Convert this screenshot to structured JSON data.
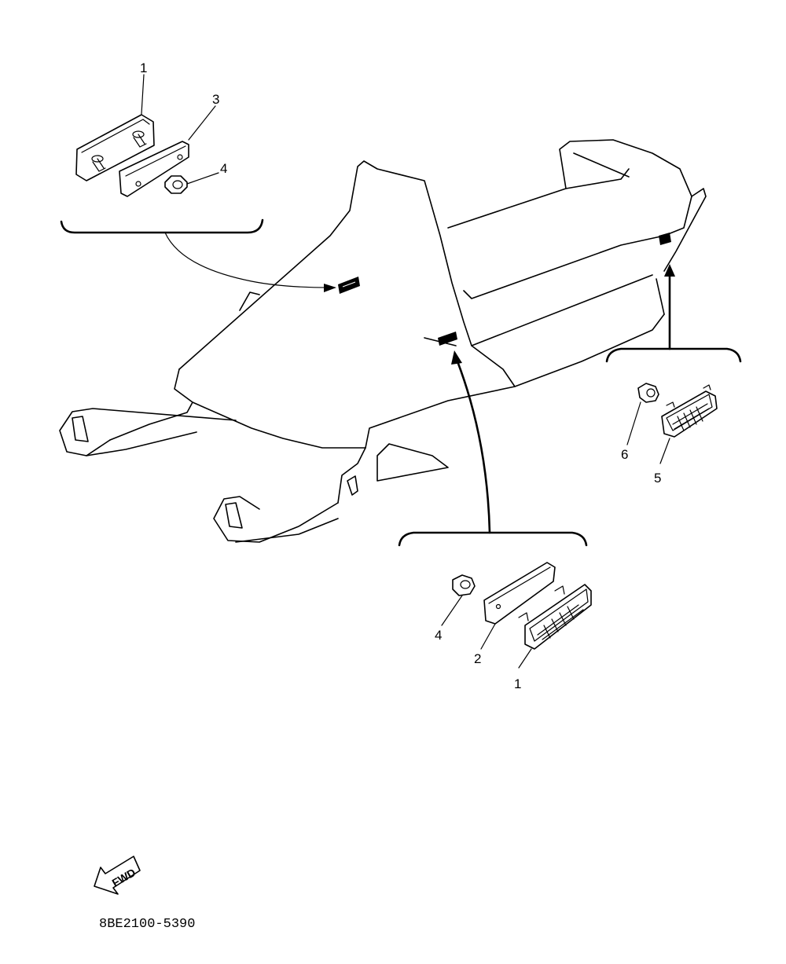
{
  "diagram": {
    "drawing_code": "8BE2100-5390",
    "fwd_label": "FWD",
    "callouts": {
      "top_left_group": [
        "1",
        "3",
        "4"
      ],
      "right_group": [
        "6",
        "5"
      ],
      "bottom_group": [
        "4",
        "2",
        "1"
      ]
    }
  }
}
